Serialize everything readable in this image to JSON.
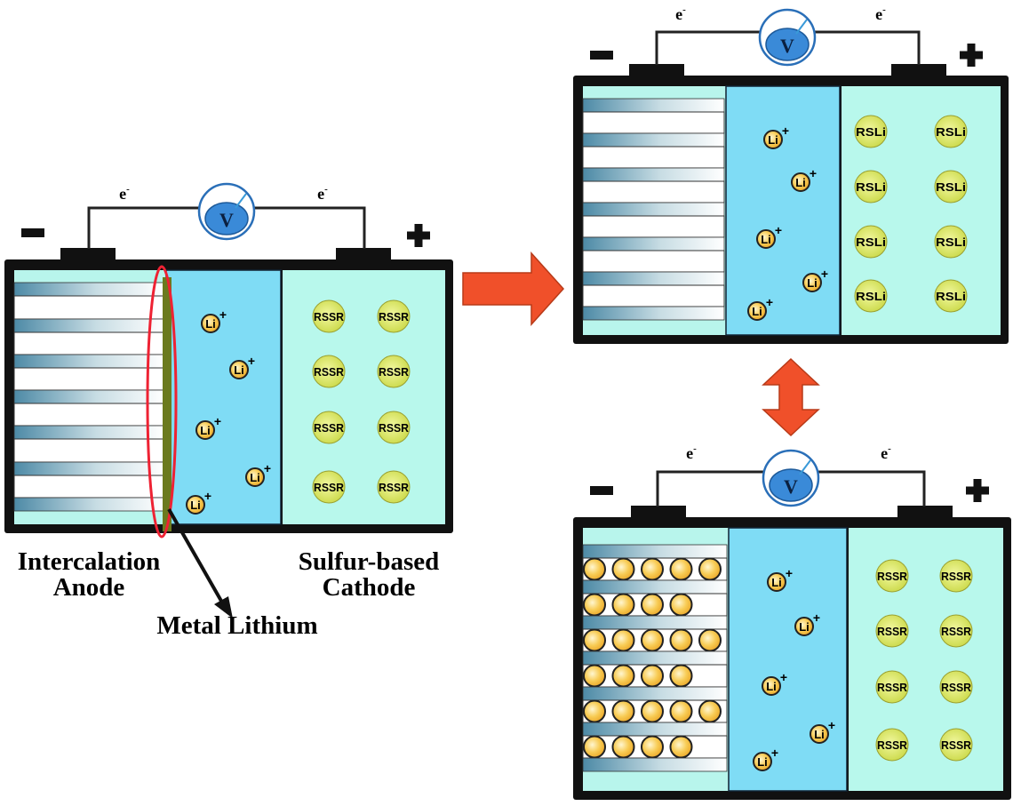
{
  "colors": {
    "casing": "#111111",
    "anode_bg": "#b8f5ec",
    "electrolyte": "#7fdcf5",
    "cathode_bg": "#b8f8ec",
    "li_ion": "#f5c242",
    "sulfur": "#d9e84a",
    "lithium_metal": "#6b7a1e",
    "highlight_ring": "#ee2233",
    "arrow": "#f0502a",
    "voltmeter": "#3a8ad8"
  },
  "labels": {
    "electron": "e",
    "electron_sup": "-",
    "voltmeter": "V",
    "li_ion": "Li",
    "li_charge": "+",
    "minus": "−",
    "plus": "+"
  },
  "annotations": {
    "anode_line1": "Intercalation",
    "anode_line2": "Anode",
    "cathode_line1": "Sulfur-based",
    "cathode_line2": "Cathode",
    "metal_lithium": "Metal Lithium"
  },
  "cells": [
    {
      "id": "initial-cell",
      "cathode_species": "RSSR",
      "anode_state": "lithium-metal-coated"
    },
    {
      "id": "discharged-cell",
      "cathode_species": "RSLi",
      "anode_state": "empty"
    },
    {
      "id": "charged-cell",
      "cathode_species": "RSSR",
      "anode_state": "lithiated",
      "intercalated_li_per_layer": [
        5,
        4,
        5,
        4,
        5,
        4
      ]
    }
  ]
}
